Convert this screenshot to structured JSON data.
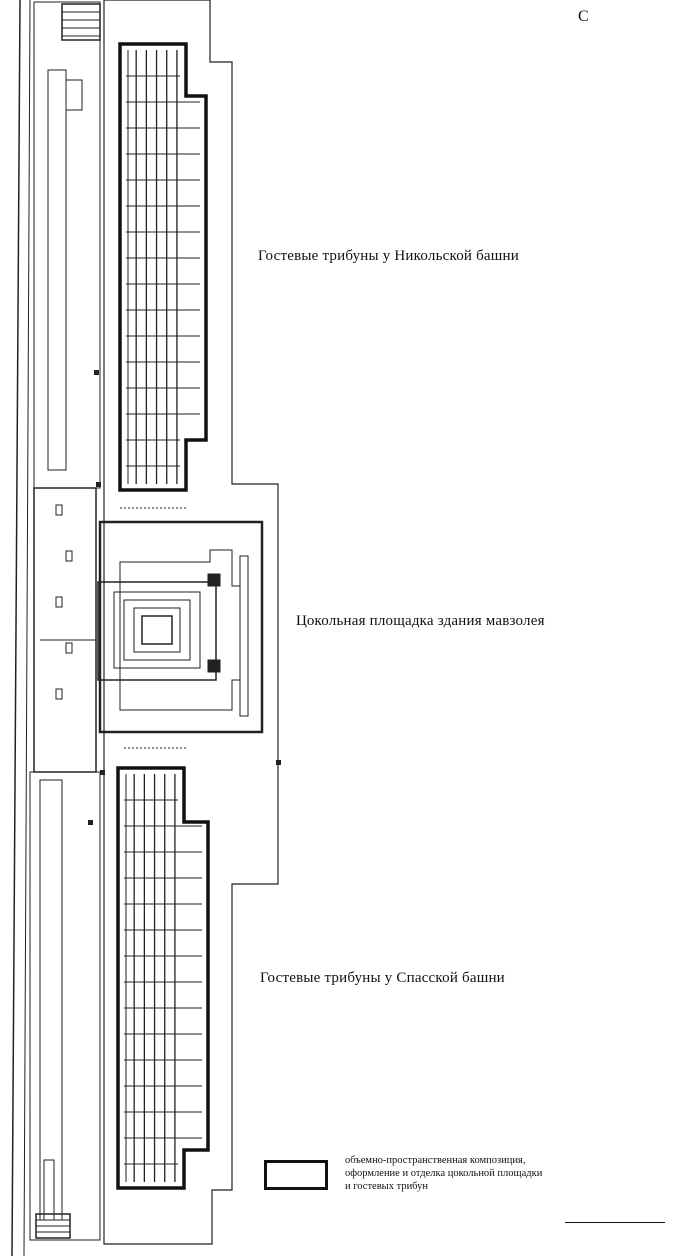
{
  "north_marker": "С",
  "labels": {
    "nikolskaya": "Гостевые трибуны у Никольской башни",
    "mausoleum": "Цокольная площадка здания мавзолея",
    "spasskaya": "Гостевые трибуны у Спасской башни"
  },
  "legend": {
    "line1": "объемно-пространственная композиция,",
    "line2": "оформление и отделка цокольной площадки",
    "line3": "и гостевых трибун"
  },
  "colors": {
    "ink": "#111111",
    "background": "#ffffff"
  }
}
